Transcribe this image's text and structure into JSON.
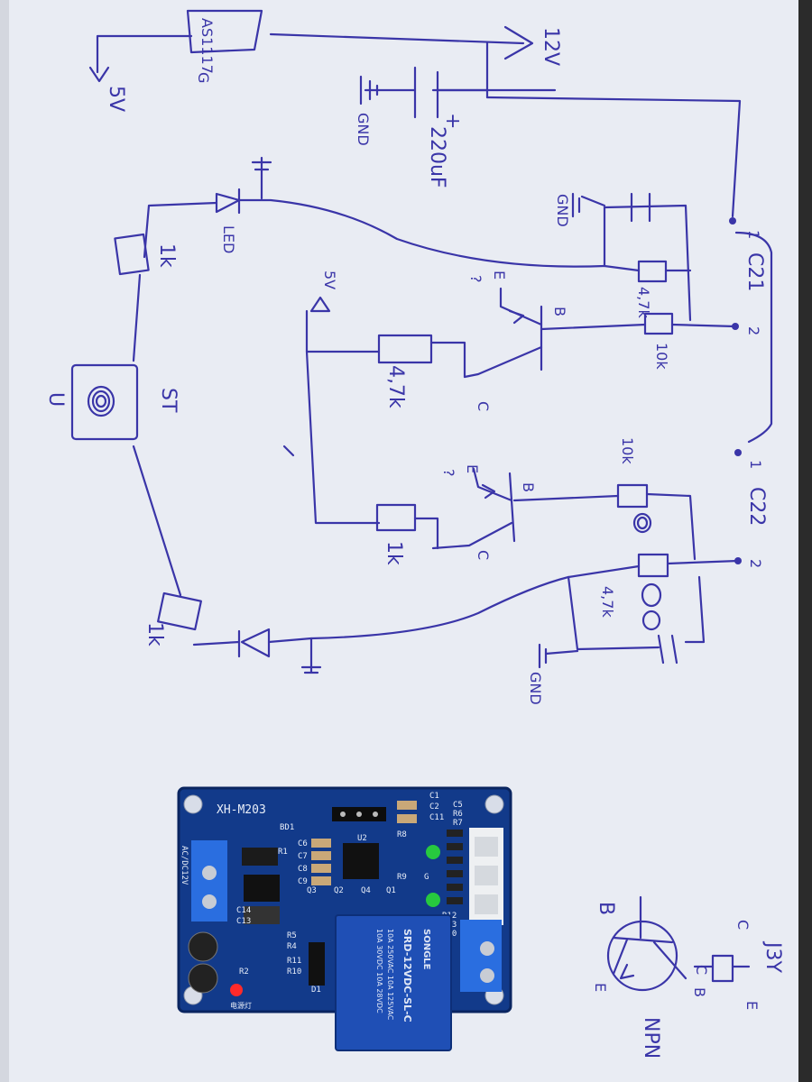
{
  "image": {
    "colors": {
      "paper": "#e9ecf3",
      "ink": "#3a35a8",
      "pcb": "#123a8a",
      "relay": "#1f4fb5",
      "terminal": "#2a6ee0",
      "led_green": "#27c93f",
      "led_red": "#ff2a2a"
    }
  },
  "regulator": {
    "body_text": "AS1117",
    "pin_label": "G",
    "out_label": "5V"
  },
  "supply": {
    "rail_label": "12V",
    "cap_value": "220uF",
    "cap_plus": "+",
    "gnd_label": "GND"
  },
  "indicator": {
    "led_label": "LED",
    "resistor_value": "1k"
  },
  "ic": {
    "label": "ST",
    "pin_label": "U"
  },
  "channel1": {
    "connector": "C21",
    "pin1": "1",
    "pin2": "2",
    "r_base": "4,7k",
    "r_series": "10k",
    "gnd_label": "GND",
    "q": {
      "b": "B",
      "c": "C",
      "e": "E",
      "unknown": "?"
    },
    "r_pull": "4,7k",
    "vcc": "5V"
  },
  "channel2": {
    "connector": "C22",
    "pin1": "1",
    "pin2": "2",
    "r_series": "10k",
    "r_base": "4,7k",
    "gnd_label": "GND",
    "q": {
      "b": "B",
      "c": "C",
      "e": "E",
      "unknown": "?"
    },
    "r_pull": "1k"
  },
  "output": {
    "resistor_value": "1k"
  },
  "transistor_ref": {
    "part": "J3Y",
    "pins": [
      "C",
      "B",
      "E"
    ],
    "type": "NPN",
    "symbol_pins": [
      "B",
      "C",
      "E"
    ]
  },
  "pcb": {
    "model": "XH-M203",
    "input_label": "AC/DC12V",
    "labels": [
      "BD1",
      "R1",
      "C6",
      "C7",
      "C8",
      "C9",
      "U2",
      "C14",
      "C13",
      "R5",
      "R4",
      "R2",
      "R11",
      "R10",
      "D1",
      "C5",
      "R6",
      "R7",
      "R8",
      "R9",
      "R12",
      "R13",
      "C10",
      "Q3",
      "Q2",
      "Q4",
      "Q1",
      "C1",
      "C2",
      "C11"
    ],
    "led_g1": "G",
    "led_g2": "G",
    "power_led_text": "电源灯",
    "relay": {
      "brand": "SONGLE",
      "model": "SRD-12VDC-SL-C",
      "rating1": "10A 250VAC 10A 125VAC",
      "rating2": "10A 30VDC 10A 28VDC"
    }
  }
}
